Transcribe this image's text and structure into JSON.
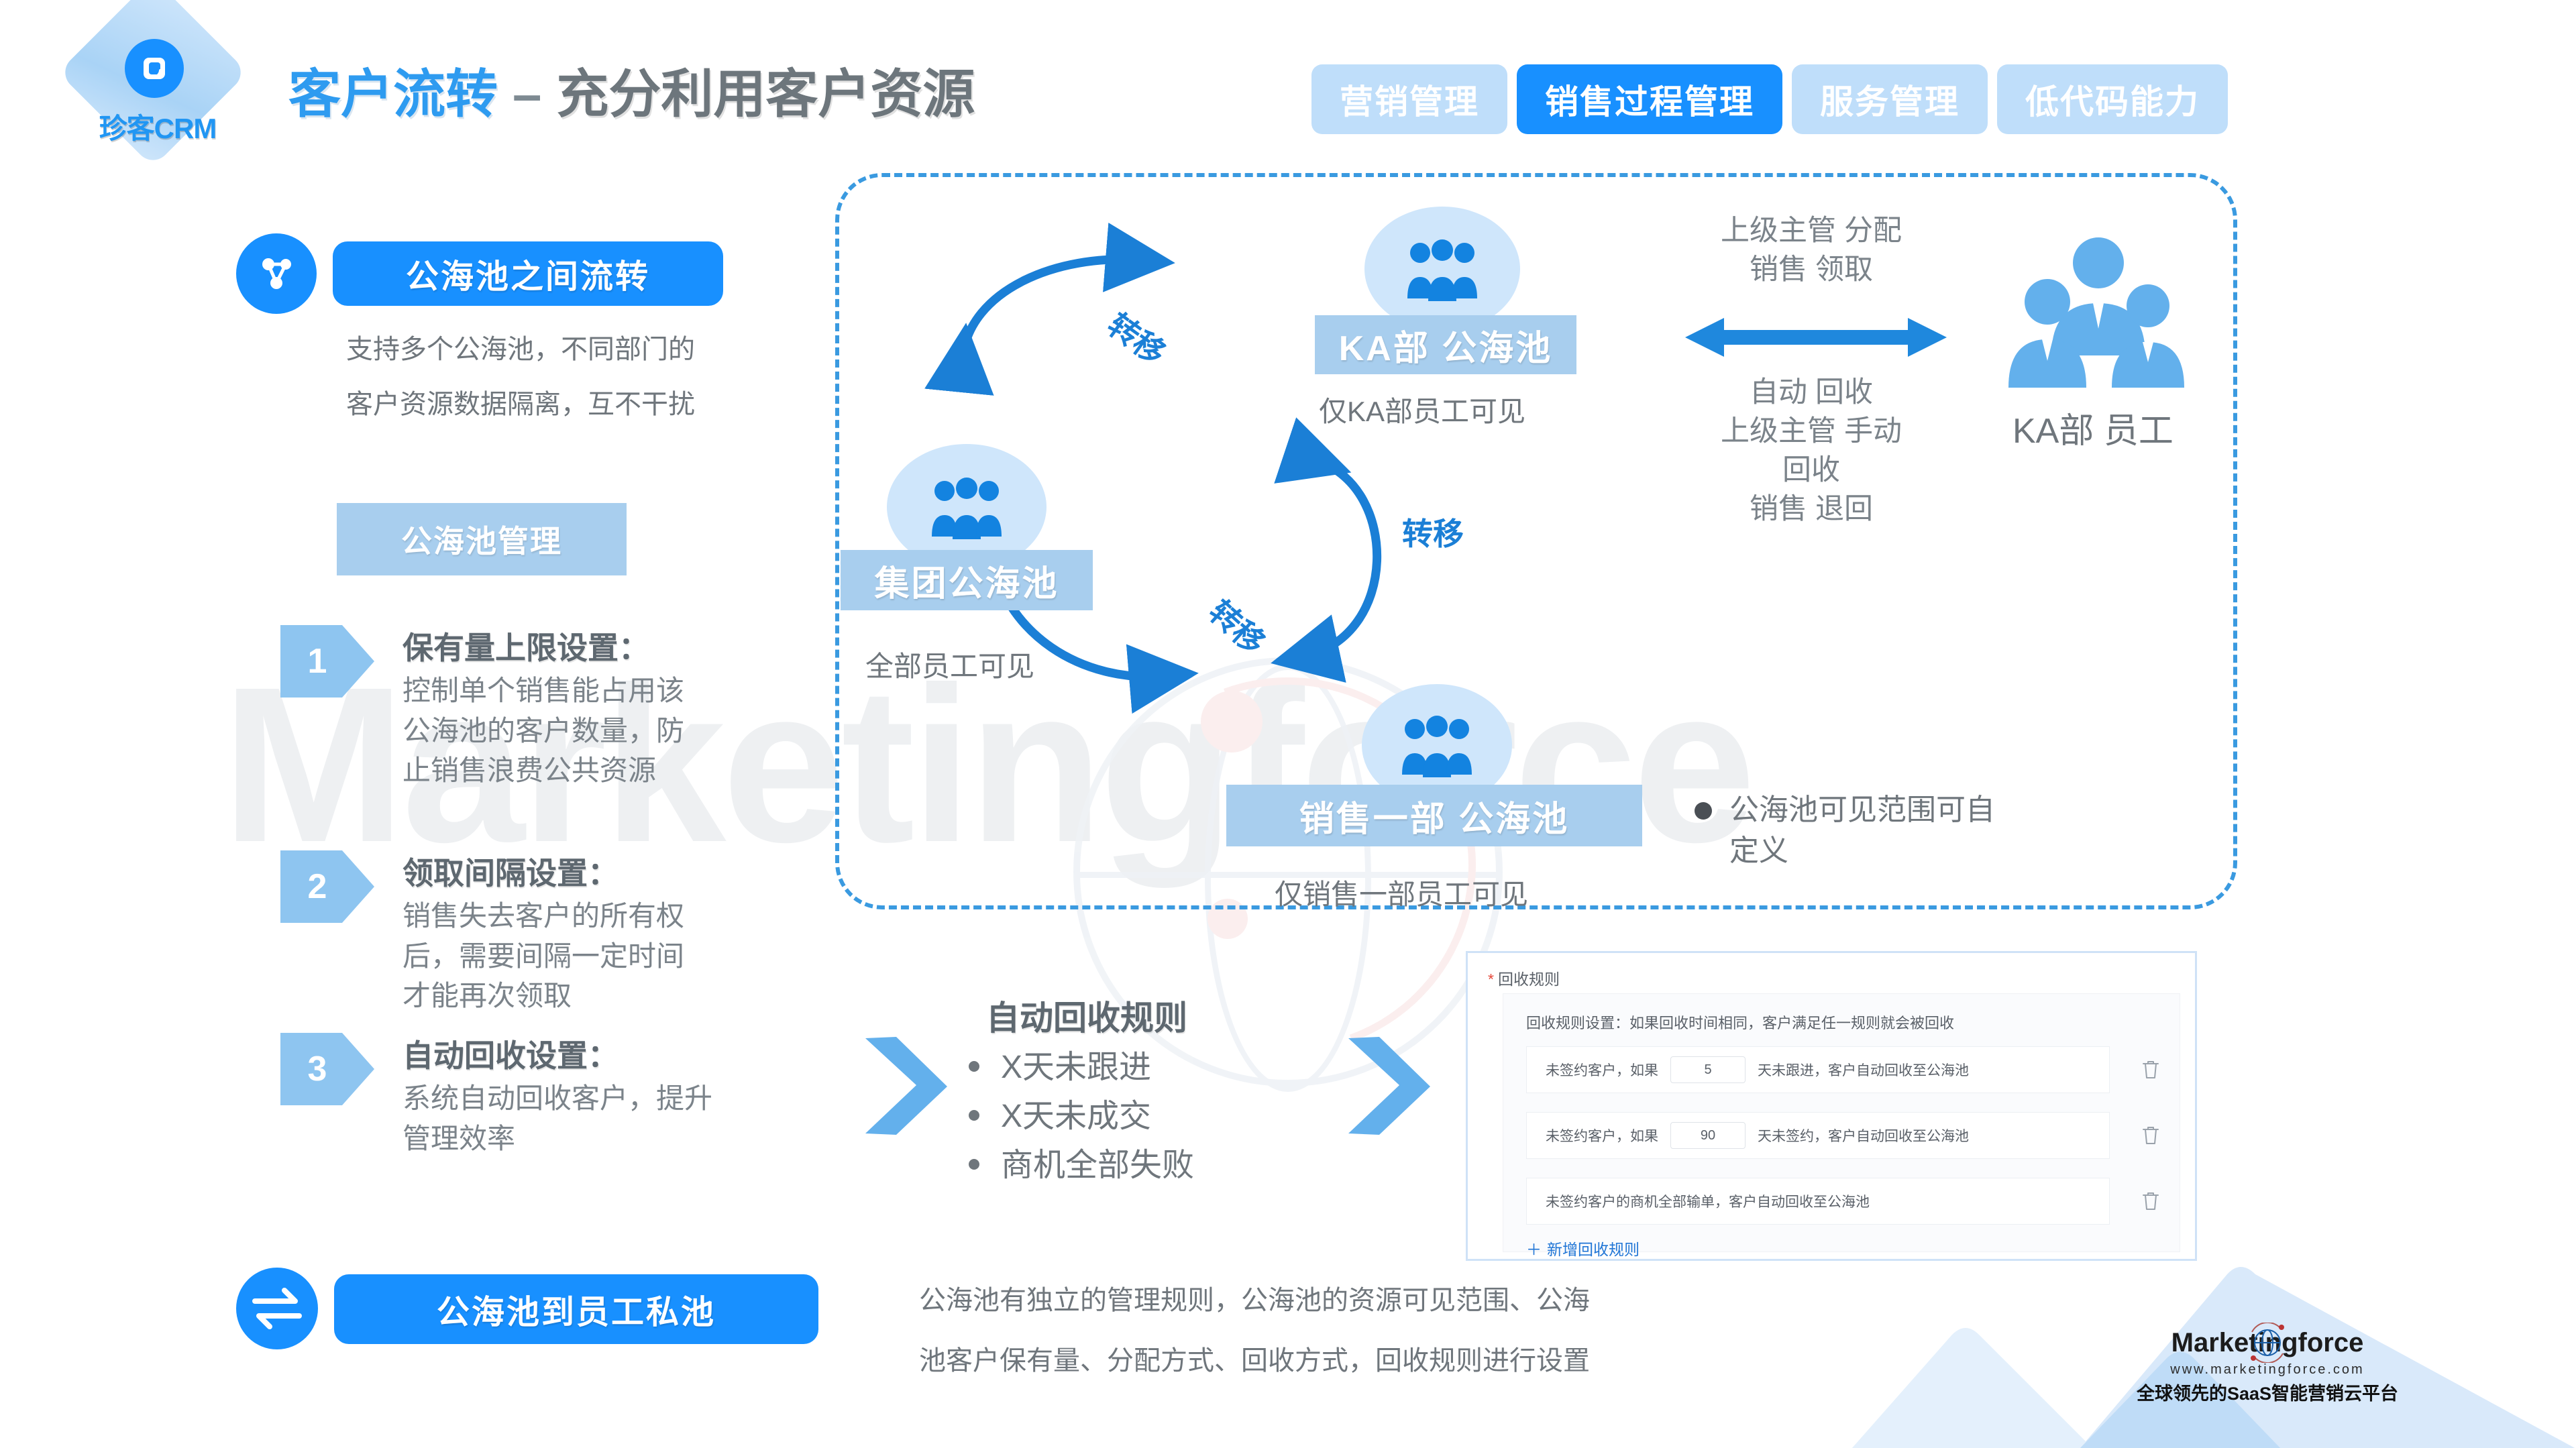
{
  "brand": {
    "logo_name": "珍客CRM",
    "logo_icon": "crm-logo-icon"
  },
  "header": {
    "title_blue": "客户流转",
    "title_dash": "–",
    "title_grey": "充分利用客户资源",
    "tabs": [
      {
        "label": "营销管理",
        "active": false
      },
      {
        "label": "销售过程管理",
        "active": true
      },
      {
        "label": "服务管理",
        "active": false
      },
      {
        "label": "低代码能力",
        "active": false
      }
    ]
  },
  "left": {
    "section1": {
      "icon": "share-nodes-icon",
      "pill": "公海池之间流转",
      "desc_line1": "支持多个公海池，不同部门的",
      "desc_line2": "客户资源数据隔离，互不干扰",
      "subheading": "公海池管理"
    },
    "steps": [
      {
        "num": "1",
        "title": "保有量上限设置：",
        "body_lines": [
          "控制单个销售能占用该",
          "公海池的客户数量，防",
          "止销售浪费公共资源"
        ]
      },
      {
        "num": "2",
        "title": "领取间隔设置：",
        "body_lines": [
          "销售失去客户的所有权",
          "后，需要间隔一定时间",
          "才能再次领取"
        ]
      },
      {
        "num": "3",
        "title": "自动回收设置：",
        "body_lines": [
          "系统自动回收客户，提升",
          "管理效率"
        ]
      }
    ],
    "section2": {
      "icon": "exchange-arrows-icon",
      "pill": "公海池到员工私池",
      "desc_line1": "公海池有独立的管理规则，公海池的资源可见范围、公海",
      "desc_line2": "池客户保有量、分配方式、回收方式，回收规则进行设置"
    }
  },
  "diagram": {
    "nodes": [
      {
        "id": "ka",
        "label": "KA部  公海池",
        "sub": "仅KA部员工可见",
        "icon": "group-people-icon"
      },
      {
        "id": "group",
        "label": "集团公海池",
        "sub": "全部员工可见",
        "icon": "group-people-icon"
      },
      {
        "id": "sales1",
        "label": "销售一部  公海池",
        "sub": "仅销售一部员工可见",
        "icon": "group-people-icon"
      }
    ],
    "transfer_labels": [
      "转移",
      "转移",
      "转移"
    ],
    "flow_top_lines": [
      "上级主管 分配",
      "销售 领取"
    ],
    "flow_bottom_lines": [
      "自动 回收",
      "上级主管 手动",
      "回收",
      "销售 退回"
    ],
    "staff": {
      "label": "KA部  员工",
      "icon": "staff-group-icon"
    },
    "note": "公海池可见范围可自定义"
  },
  "auto_rules": {
    "title": "自动回收规则",
    "items": [
      "X天未跟进",
      "X天未成交",
      "商机全部失败"
    ]
  },
  "screenshot": {
    "header_label": "回收规则",
    "required_mark": "*",
    "note": "回收规则设置：如果回收时间相同，客户满足任一规则就会被回收",
    "rules": [
      {
        "prefix": "未签约客户，如果",
        "value": "5",
        "suffix": "天未跟进，客户自动回收至公海池",
        "has_input": true,
        "delete_icon": "trash-icon"
      },
      {
        "prefix": "未签约客户，如果",
        "value": "90",
        "suffix": "天未签约，客户自动回收至公海池",
        "has_input": true,
        "delete_icon": "trash-icon"
      },
      {
        "prefix": "未签约客户的商机全部输单，客户自动回收至公海池",
        "value": "",
        "suffix": "",
        "has_input": false,
        "delete_icon": "trash-icon"
      }
    ],
    "add_label": "新增回收规则",
    "add_icon": "plus-icon"
  },
  "footer": {
    "company": "Marketingforce",
    "url": "www.marketingforce.com",
    "slogan": "全球领先的SaaS智能营销云平台",
    "logo_icon": "globe-orbit-icon"
  },
  "watermark": "Marketingforce",
  "colors": {
    "accent": "#1890ff",
    "accent_light": "#a8ceee",
    "node_circle": "#cfe6fb",
    "text_grey": "#6f767c",
    "title_blue": "#2e9bf0",
    "arrow_blue": "#1b7fd6"
  }
}
